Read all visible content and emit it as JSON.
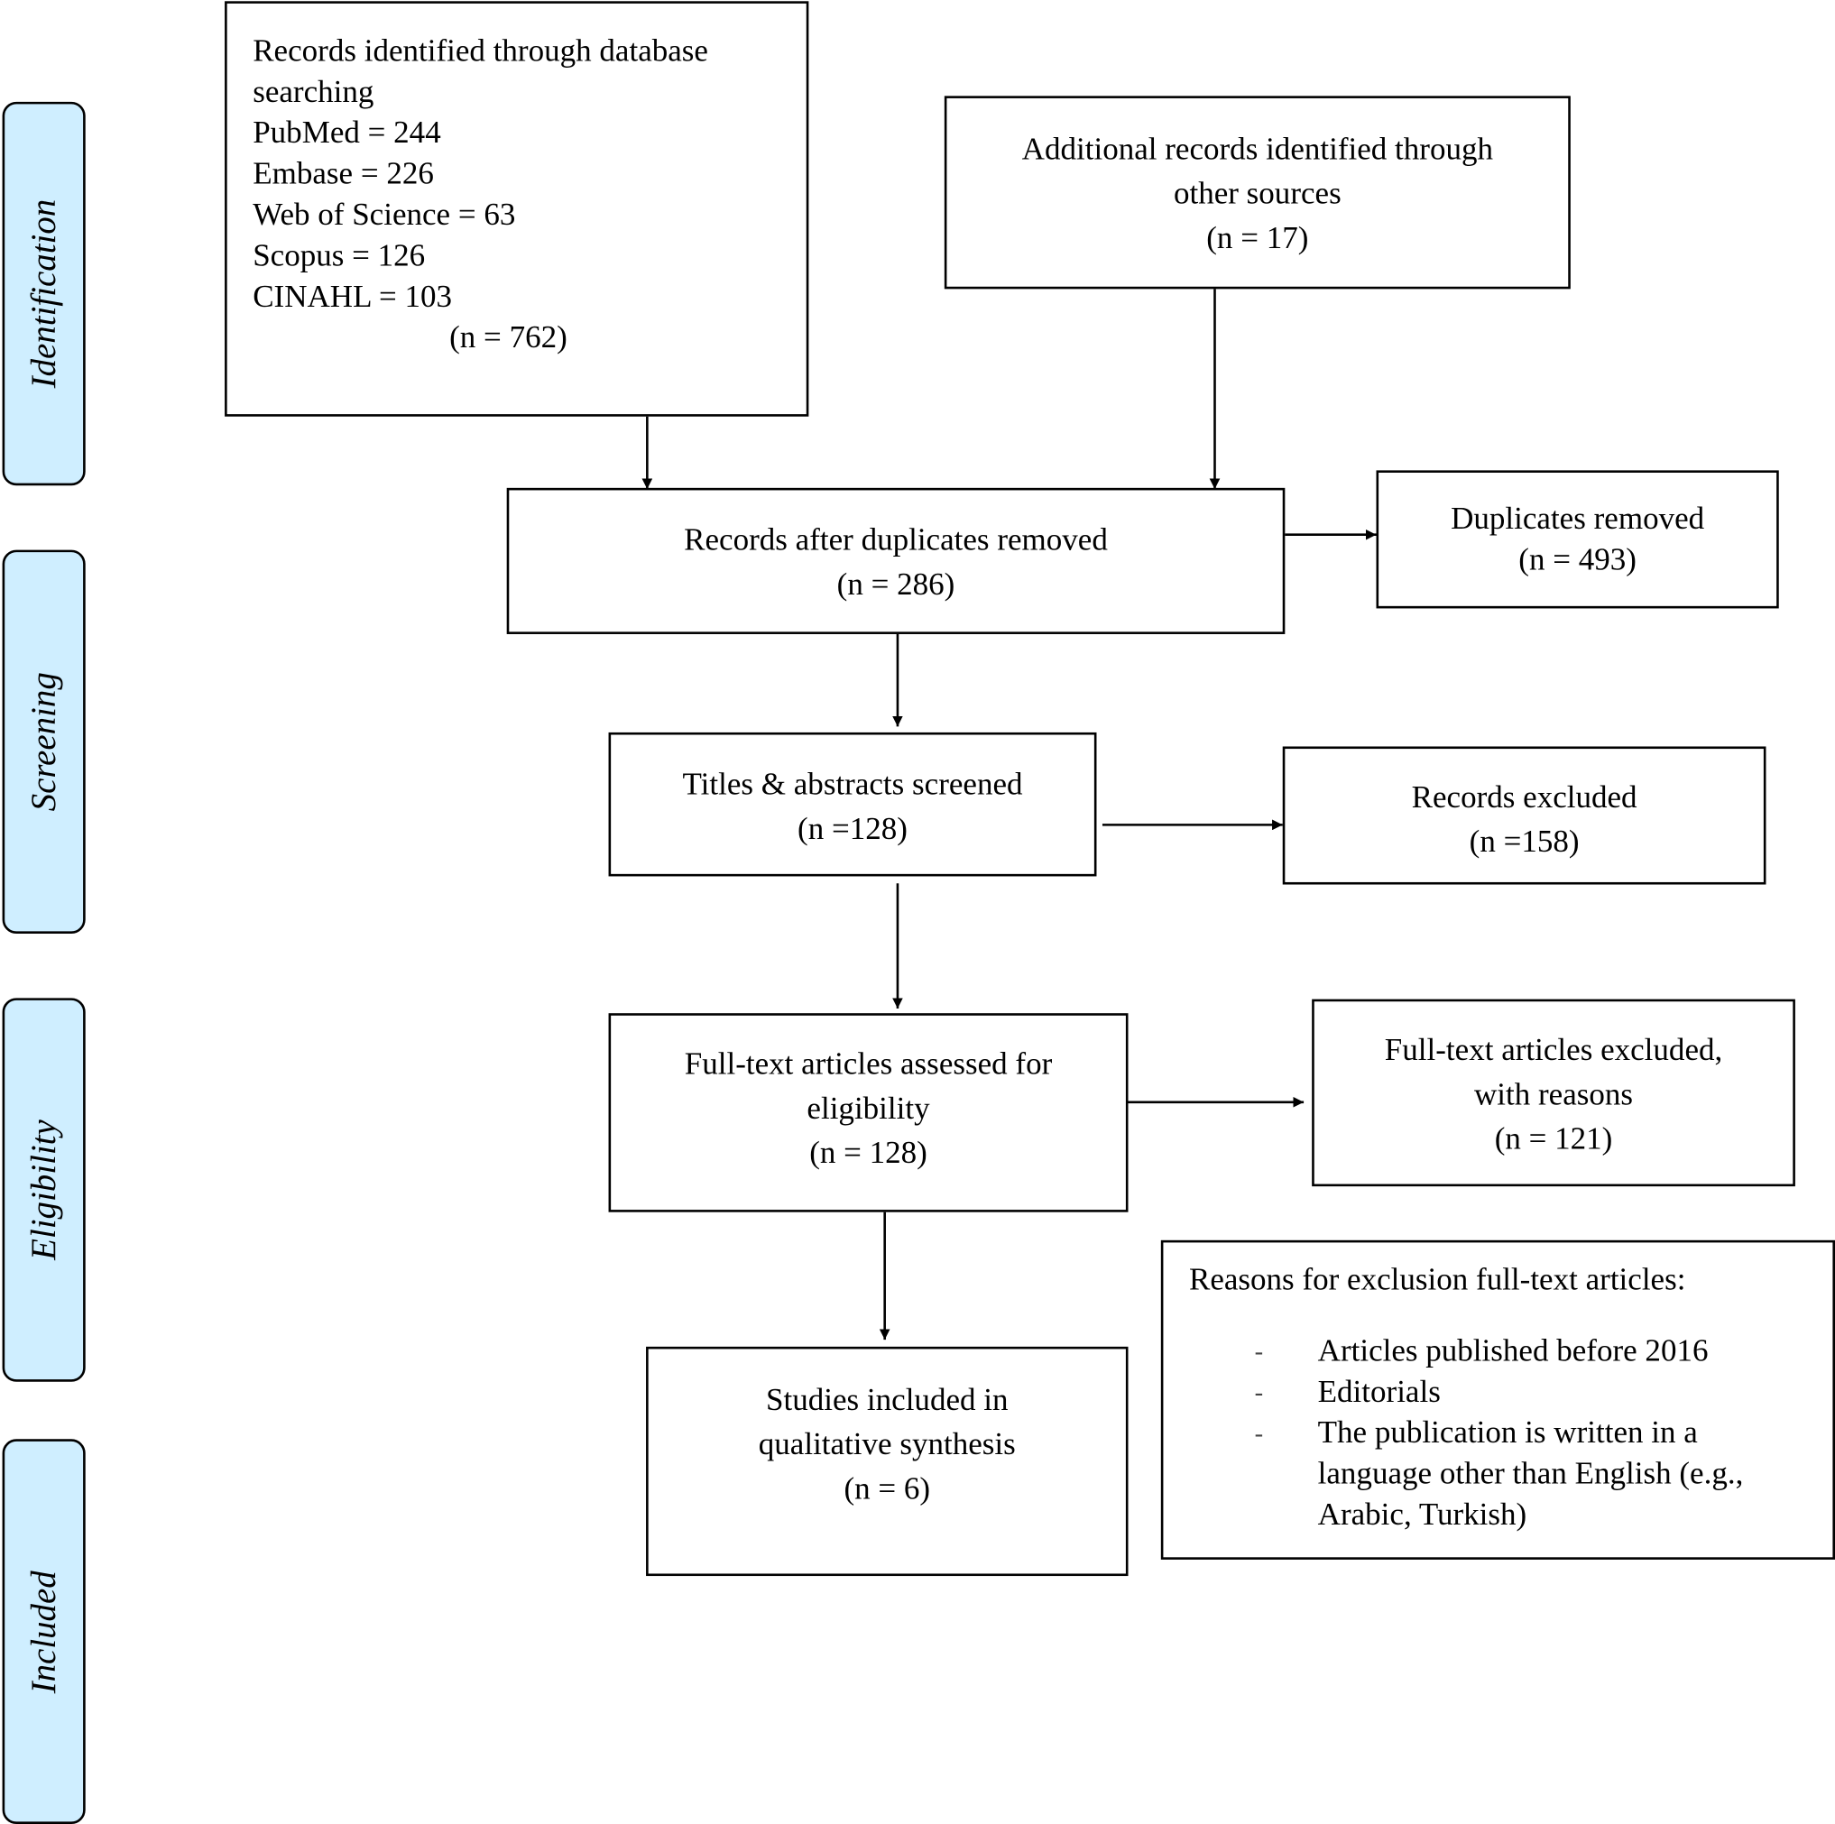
{
  "phases": {
    "identification": "Identification",
    "screening": "Screening",
    "eligibility": "Eligibility",
    "included": "Included"
  },
  "boxes": {
    "database_search": {
      "lines": [
        "Records identified through database",
        "searching",
        "PubMed = 244",
        "Embase = 226",
        "Web of Science = 63",
        "Scopus = 126",
        "CINAHL = 103",
        "(n = 762)"
      ]
    },
    "other_sources": {
      "lines": [
        "Additional records identified through",
        "other sources",
        "(n = 17)"
      ]
    },
    "after_duplicates": {
      "lines": [
        "Records after duplicates removed",
        "(n = 286)"
      ]
    },
    "duplicates_removed": {
      "lines": [
        "Duplicates removed",
        "(n = 493)"
      ]
    },
    "screened": {
      "lines": [
        "Titles & abstracts screened",
        "(n =128)"
      ]
    },
    "records_excluded": {
      "lines": [
        "Records excluded",
        "(n =158)"
      ]
    },
    "fulltext_assessed": {
      "lines": [
        "Full-text articles assessed for",
        "eligibility",
        "(n = 128)"
      ]
    },
    "fulltext_excluded": {
      "lines": [
        "Full-text articles excluded,",
        "with reasons",
        "(n = 121)"
      ]
    },
    "included_studies": {
      "lines": [
        "Studies included in",
        "qualitative synthesis",
        "(n = 6)"
      ]
    },
    "exclusion_reasons": {
      "title": "Reasons for exclusion full-text articles:",
      "bullet_marker": "-",
      "items": [
        [
          "Articles published before 2016"
        ],
        [
          "Editorials"
        ],
        [
          "The publication is written in a",
          "language other than English (e.g.,",
          "Arabic, Turkish)"
        ]
      ]
    }
  }
}
